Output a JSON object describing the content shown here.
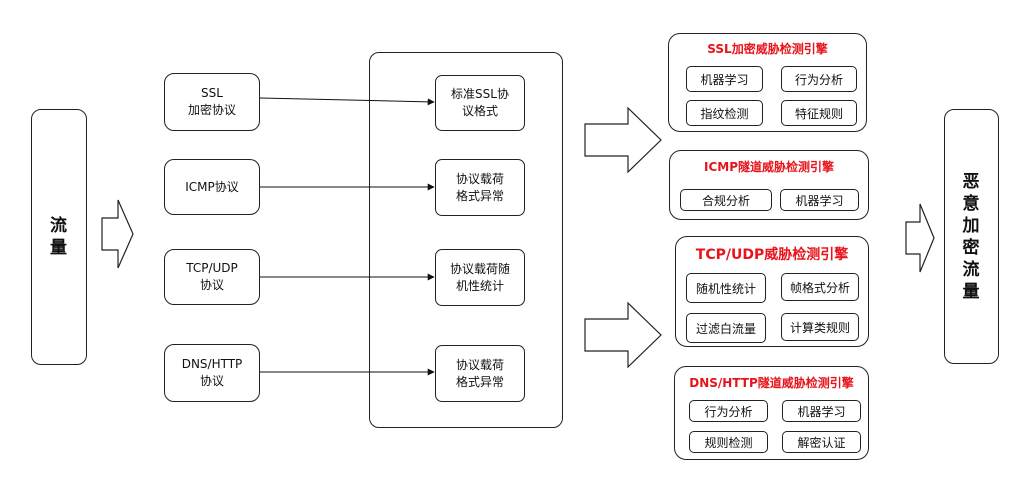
{
  "source": {
    "label": "流\n量"
  },
  "protocols": [
    {
      "label": "SSL\n加密协议"
    },
    {
      "label": "ICMP协议"
    },
    {
      "label": "TCP/UDP\n协议"
    },
    {
      "label": "DNS/HTTP\n协议"
    }
  ],
  "features": [
    {
      "label": "标准SSL协\n议格式"
    },
    {
      "label": "协议载荷\n格式异常"
    },
    {
      "label": "协议载荷随\n机性统计"
    },
    {
      "label": "协议载荷\n格式异常"
    }
  ],
  "engines": [
    {
      "title": "SSL加密威胁检测引擎",
      "methods": [
        "机器学习",
        "行为分析",
        "指纹检测",
        "特征规则"
      ]
    },
    {
      "title": "ICMP隧道威胁检测引擎",
      "methods": [
        "合规分析",
        "机器学习"
      ]
    },
    {
      "title": "TCP/UDP威胁检测引擎",
      "methods": [
        "随机性统计",
        "帧格式分析",
        "过滤白流量",
        "计算类规则"
      ]
    },
    {
      "title": "DNS/HTTP隧道威胁检测引擎",
      "methods": [
        "行为分析",
        "机器学习",
        "规则检测",
        "解密认证"
      ]
    }
  ],
  "result": {
    "label": "恶\n意\n加\n密\n流\n量"
  }
}
